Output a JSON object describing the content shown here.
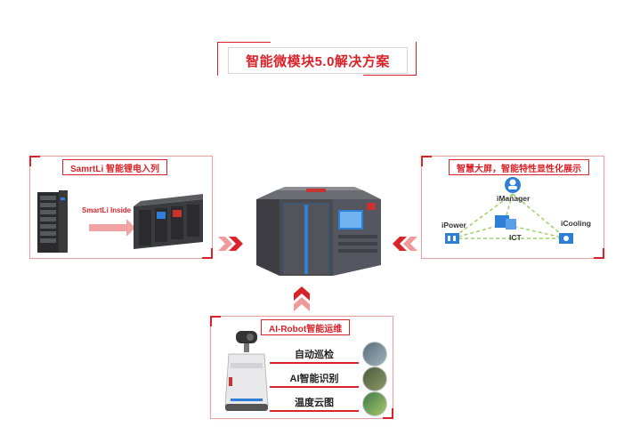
{
  "title": "智能微模块5.0解决方案",
  "left_panel": {
    "tag": "SamrtLi 智能锂电入列",
    "inside_label": "SmartLi Inside"
  },
  "right_panel": {
    "tag": "智慧大屏，智能特性显性化展示",
    "nodes": {
      "top": "iManager",
      "left": "iPower",
      "right": "iCooling",
      "center": "ICT"
    }
  },
  "bottom_panel": {
    "tag": "AI-Robot智能运维",
    "items": [
      "自动巡检",
      "AI智能识别",
      "温度云图"
    ]
  },
  "colors": {
    "accent": "#d9232a",
    "dashed_line": "#9bd16a",
    "icon_blue": "#2f7fd6"
  }
}
